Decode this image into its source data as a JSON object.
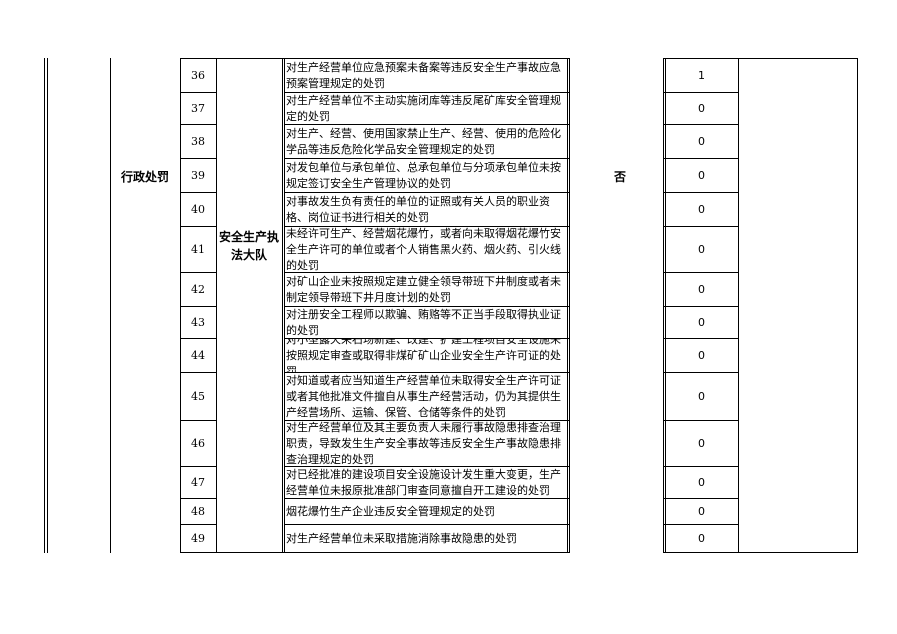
{
  "category_label": "行政处罚",
  "department_label": "安全生产执法大队",
  "publish_flag": "否",
  "rows": [
    {
      "no": "36",
      "desc": "对生产经营单位应急预案未备案等违反安全生产事故应急预案管理规定的处罚",
      "count": "1"
    },
    {
      "no": "37",
      "desc": "对生产经营单位不主动实施闭库等违反尾矿库安全管理规定的处罚",
      "count": "0"
    },
    {
      "no": "38",
      "desc": "对生产、经营、使用国家禁止生产、经营、使用的危险化学品等违反危险化学品安全管理规定的处罚",
      "count": "0"
    },
    {
      "no": "39",
      "desc": "对发包单位与承包单位、总承包单位与分项承包单位未按规定签订安全生产管理协议的处罚",
      "count": "0"
    },
    {
      "no": "40",
      "desc": "对事故发生负有责任的单位的证照或有关人员的职业资格、岗位证书进行相关的处罚",
      "count": "0"
    },
    {
      "no": "41",
      "desc": "未经许可生产、经营烟花爆竹，或者向未取得烟花爆竹安全生产许可的单位或者个人销售黑火药、烟火药、引火线的处罚",
      "count": "0"
    },
    {
      "no": "42",
      "desc": "对矿山企业未按照规定建立健全领导带班下井制度或者未制定领导带班下井月度计划的处罚",
      "count": "0"
    },
    {
      "no": "43",
      "desc": "对注册安全工程师以欺骗、贿赂等不正当手段取得执业证的处罚",
      "count": "0"
    },
    {
      "no": "44",
      "desc": "对小型露天采石场新建、改建、扩建工程项目安全设施未按照规定审查或取得非煤矿矿山企业安全生产许可证的处罚",
      "count": "0"
    },
    {
      "no": "45",
      "desc": "对知道或者应当知道生产经营单位未取得安全生产许可证或者其他批准文件擅自从事生产经营活动，仍为其提供生产经营场所、运输、保管、仓储等条件的处罚",
      "count": "0"
    },
    {
      "no": "46",
      "desc": "对生产经营单位及其主要负责人未履行事故隐患排查治理职责，导致发生生产安全事故等违反安全生产事故隐患排查治理规定的处罚",
      "count": "0"
    },
    {
      "no": "47",
      "desc": "对已经批准的建设项目安全设施设计发生重大变更，生产经营单位未报原批准部门审查同意擅自开工建设的处罚",
      "count": "0"
    },
    {
      "no": "48",
      "desc": "烟花爆竹生产企业违反安全管理规定的处罚",
      "count": "0"
    },
    {
      "no": "49",
      "desc": "对生产经营单位未采取措施消除事故隐患的处罚",
      "count": "0"
    }
  ]
}
